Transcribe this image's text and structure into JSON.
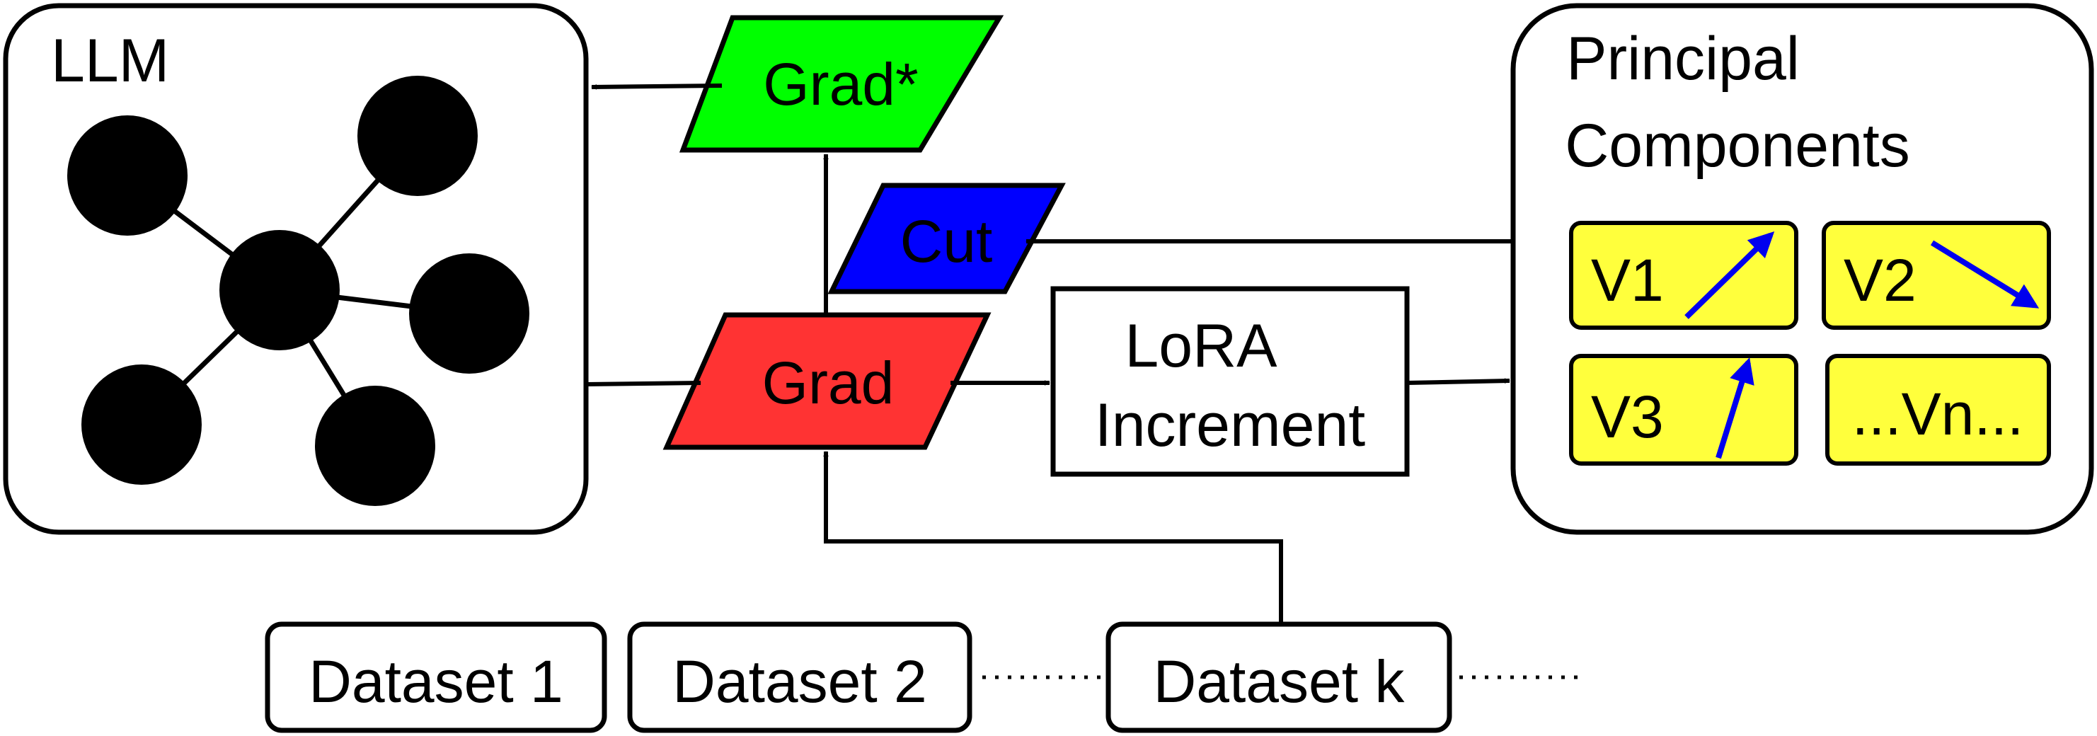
{
  "llm": {
    "label": "LLM"
  },
  "grad_star": {
    "label": "Grad*",
    "color": "#00ff00"
  },
  "cut": {
    "label": "Cut",
    "color": "#0000ff"
  },
  "grad": {
    "label": "Grad",
    "color": "#ff3333"
  },
  "lora": {
    "line1": "LoRA",
    "line2": "Increment"
  },
  "principal": {
    "line1": "Principal",
    "line2": "Components",
    "vectors": [
      {
        "label": "V1"
      },
      {
        "label": "V2"
      },
      {
        "label": "V3"
      },
      {
        "label": "...Vn..."
      }
    ],
    "box_color": "#ffff3c",
    "arrow_color": "#0000ee"
  },
  "datasets": [
    {
      "label": "Dataset 1"
    },
    {
      "label": "Dataset 2"
    },
    {
      "label": "Dataset k"
    }
  ]
}
